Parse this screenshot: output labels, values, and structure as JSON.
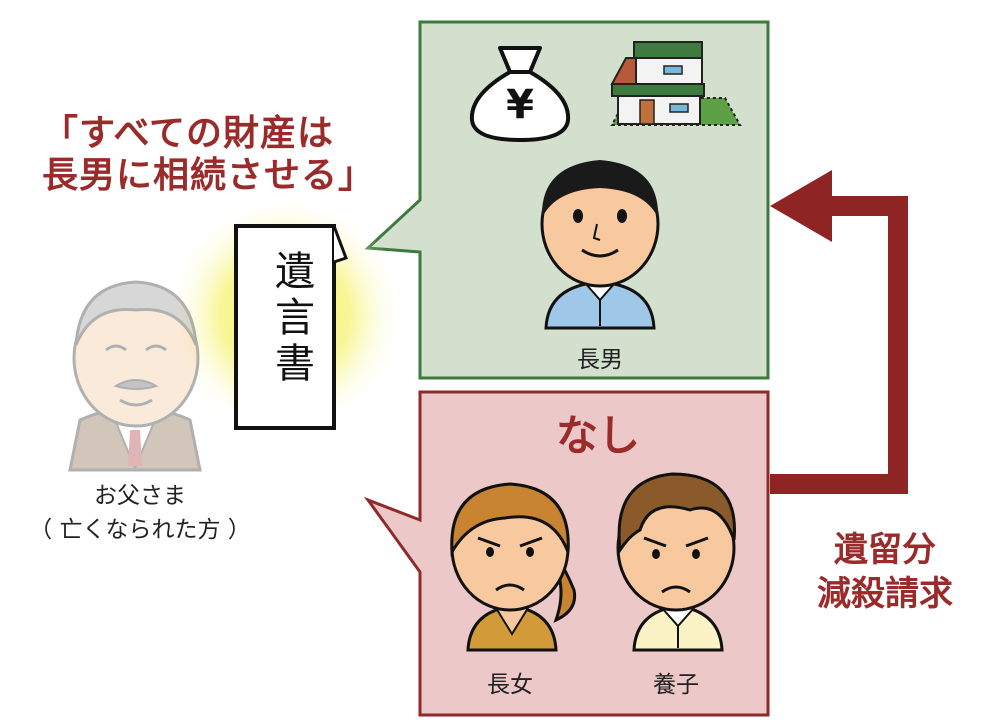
{
  "will_instruction": {
    "line1": "「すべての財産は",
    "line2": "長男に相続させる」"
  },
  "will_document": {
    "text": "遺言書"
  },
  "father": {
    "label_line1": "お父さま",
    "label_line2": "（ 亡くなられた方 ）"
  },
  "inherit_box": {
    "money_symbol": "¥",
    "heir_label": "長男"
  },
  "no_inherit_box": {
    "heading": "なし",
    "people": [
      {
        "label": "長女"
      },
      {
        "label": "養子"
      }
    ]
  },
  "claim": {
    "line1": "遺留分",
    "line2": "減殺請求"
  },
  "colors": {
    "green_border": "#3d7a3d",
    "green_fill": "#d3e0cd",
    "red_border": "#8e2a2a",
    "red_fill": "#ecc8c8",
    "arrow": "#8e2424",
    "text_red": "#9b2b2b"
  }
}
